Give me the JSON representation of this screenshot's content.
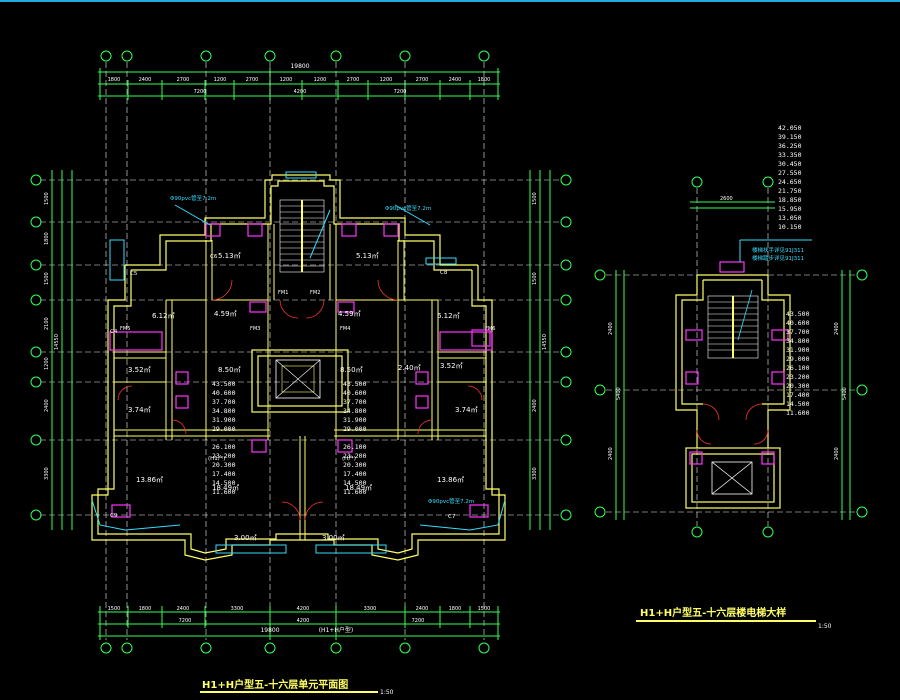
{
  "drawing": {
    "main_plan": {
      "title": "H1+H户型五-十六层单元平面图",
      "scale": "1:50",
      "top_dimension_total": "19800",
      "bottom_dimension_total": "19800",
      "bottom_tag": "(H1+H户型)",
      "rooms": [
        {
          "label": "5.13㎡"
        },
        {
          "label": "5.13㎡"
        },
        {
          "label": "6.12㎡"
        },
        {
          "label": "6.12㎡"
        },
        {
          "label": "4.59㎡"
        },
        {
          "label": "4.59㎡"
        },
        {
          "label": "8.50㎡"
        },
        {
          "label": "8.50㎡"
        },
        {
          "label": "3.52㎡"
        },
        {
          "label": "3.52㎡"
        },
        {
          "label": "3.74㎡"
        },
        {
          "label": "3.74㎡"
        },
        {
          "label": "13.86㎡"
        },
        {
          "label": "13.86㎡"
        },
        {
          "label": "18.49㎡"
        },
        {
          "label": "18.49㎡"
        },
        {
          "label": "3.00㎡"
        },
        {
          "label": "3.00㎡"
        },
        {
          "label": "2.40㎡"
        }
      ],
      "unit_tags": [
        "(H1户)",
        "(H户)"
      ],
      "elevations": [
        "43.500",
        "40.600",
        "37.700",
        "34.800",
        "31.900",
        "29.000",
        "26.100",
        "23.200",
        "20.300",
        "17.400",
        "14.500",
        "11.600"
      ],
      "pipe_notes": [
        "Φ90pvc管至7.2m",
        "Φ90pvc管至7.2m",
        "Φ90pvc管至7.2m"
      ],
      "window_tags": [
        "C4",
        "C5",
        "C6",
        "C7",
        "C8",
        "C9"
      ],
      "door_tags": [
        "FM1",
        "FM2",
        "FM3",
        "FM4",
        "FM5",
        "FM6"
      ]
    },
    "detail_plan": {
      "title": "H1+H户型五-十六层楼电梯大样",
      "scale": "1:50",
      "top_elevations": [
        "42.050",
        "39.150",
        "36.250",
        "33.350",
        "30.450",
        "27.550",
        "24.650",
        "21.750",
        "18.850",
        "15.950",
        "13.050",
        "10.150"
      ],
      "side_elevations": [
        "43.500",
        "40.600",
        "37.700",
        "34.800",
        "31.900",
        "29.000",
        "26.100",
        "23.200",
        "20.300",
        "17.400",
        "14.500",
        "11.600"
      ],
      "notes": [
        "楼梯扶手详见91J311",
        "楼梯踏步详见91J311"
      ]
    }
  },
  "colors": {
    "background": "#000000",
    "wall": "#ffff66",
    "dimension": "#33ff55",
    "grid": "#ffffff",
    "fixture": "#ff33ff",
    "annotation": "#33ddff",
    "text": "#ffffff",
    "door": "#ff3333"
  }
}
